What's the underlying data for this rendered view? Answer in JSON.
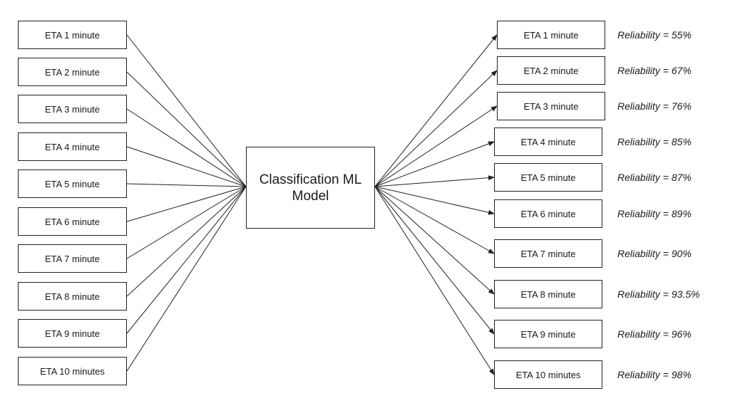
{
  "colors": {
    "stroke": "#222222",
    "text": "#1a1a1a",
    "background": "#ffffff"
  },
  "model": {
    "line1": "Classification ML",
    "line2": "Model"
  },
  "inputs": [
    {
      "label": "ETA 1 minute"
    },
    {
      "label": "ETA 2 minute"
    },
    {
      "label": "ETA 3 minute"
    },
    {
      "label": "ETA 4 minute"
    },
    {
      "label": "ETA 5 minute"
    },
    {
      "label": "ETA 6 minute"
    },
    {
      "label": "ETA 7 minute"
    },
    {
      "label": "ETA 8 minute"
    },
    {
      "label": "ETA 9 minute"
    },
    {
      "label": "ETA 10 minutes"
    }
  ],
  "outputs": [
    {
      "label": "ETA 1 minute",
      "reliability": "Reliability = 55%"
    },
    {
      "label": "ETA 2 minute",
      "reliability": "Reliability = 67%"
    },
    {
      "label": "ETA 3 minute",
      "reliability": "Reliability = 76%"
    },
    {
      "label": "ETA 4 minute",
      "reliability": "Reliability = 85%"
    },
    {
      "label": "ETA 5 minute",
      "reliability": "Reliability = 87%"
    },
    {
      "label": "ETA 6 minute",
      "reliability": "Reliability = 89%"
    },
    {
      "label": "ETA 7 minute",
      "reliability": "Reliability = 90%"
    },
    {
      "label": "ETA 8 minute",
      "reliability": "Reliability = 93.5%"
    },
    {
      "label": "ETA 9 minute",
      "reliability": "Reliability = 96%"
    },
    {
      "label": "ETA 10 minutes",
      "reliability": "Reliability = 98%"
    }
  ]
}
